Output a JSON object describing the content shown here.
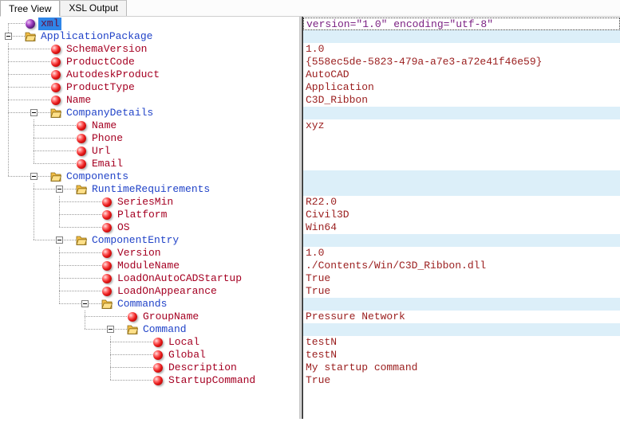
{
  "tabs": [
    {
      "label": "Tree View",
      "active": true
    },
    {
      "label": "XSL Output",
      "active": false
    }
  ],
  "colors": {
    "folderText": "#2143c8",
    "leafText": "#a50022",
    "valueText": "#9a1d1d",
    "declText": "#7b2082",
    "selectionBg": "#2f86e8",
    "selectionText": "#650f3f",
    "rowAlt": "#dceff9",
    "dots": "#9a9a9a"
  },
  "tree": {
    "rows": [
      {
        "name": "xml",
        "kind": "decl",
        "level": 0,
        "value": "version=\"1.0\" encoding=\"utf-8\"",
        "selected": true,
        "value_focused": true
      },
      {
        "name": "ApplicationPackage",
        "kind": "folder",
        "level": 0,
        "value": ""
      },
      {
        "name": "SchemaVersion",
        "kind": "leaf",
        "level": 1,
        "value": "1.0"
      },
      {
        "name": "ProductCode",
        "kind": "leaf",
        "level": 1,
        "value": "{558ec5de-5823-479a-a7e3-a72e41f46e59}"
      },
      {
        "name": "AutodeskProduct",
        "kind": "leaf",
        "level": 1,
        "value": "AutoCAD"
      },
      {
        "name": "ProductType",
        "kind": "leaf",
        "level": 1,
        "value": "Application"
      },
      {
        "name": "Name",
        "kind": "leaf",
        "level": 1,
        "value": "C3D_Ribbon"
      },
      {
        "name": "CompanyDetails",
        "kind": "folder",
        "level": 1,
        "value": ""
      },
      {
        "name": "Name",
        "kind": "leaf",
        "level": 2,
        "value": "xyz"
      },
      {
        "name": "Phone",
        "kind": "leaf",
        "level": 2,
        "value": ""
      },
      {
        "name": "Url",
        "kind": "leaf",
        "level": 2,
        "value": ""
      },
      {
        "name": "Email",
        "kind": "leaf",
        "level": 2,
        "value": ""
      },
      {
        "name": "Components",
        "kind": "folder",
        "level": 1,
        "value": ""
      },
      {
        "name": "RuntimeRequirements",
        "kind": "folder",
        "level": 2,
        "value": ""
      },
      {
        "name": "SeriesMin",
        "kind": "leaf",
        "level": 3,
        "value": "R22.0"
      },
      {
        "name": "Platform",
        "kind": "leaf",
        "level": 3,
        "value": "Civil3D"
      },
      {
        "name": "OS",
        "kind": "leaf",
        "level": 3,
        "value": "Win64"
      },
      {
        "name": "ComponentEntry",
        "kind": "folder",
        "level": 2,
        "value": ""
      },
      {
        "name": "Version",
        "kind": "leaf",
        "level": 3,
        "value": "1.0"
      },
      {
        "name": "ModuleName",
        "kind": "leaf",
        "level": 3,
        "value": "./Contents/Win/C3D_Ribbon.dll"
      },
      {
        "name": "LoadOnAutoCADStartup",
        "kind": "leaf",
        "level": 3,
        "value": "True"
      },
      {
        "name": "LoadOnAppearance",
        "kind": "leaf",
        "level": 3,
        "value": "True"
      },
      {
        "name": "Commands",
        "kind": "folder",
        "level": 3,
        "value": ""
      },
      {
        "name": "GroupName",
        "kind": "leaf",
        "level": 4,
        "value": "Pressure Network"
      },
      {
        "name": "Command",
        "kind": "folder",
        "level": 4,
        "value": ""
      },
      {
        "name": "Local",
        "kind": "leaf",
        "level": 5,
        "value": "testN"
      },
      {
        "name": "Global",
        "kind": "leaf",
        "level": 5,
        "value": "testN"
      },
      {
        "name": "Description",
        "kind": "leaf",
        "level": 5,
        "value": "My startup command"
      },
      {
        "name": "StartupCommand",
        "kind": "leaf",
        "level": 5,
        "value": "True"
      }
    ]
  }
}
